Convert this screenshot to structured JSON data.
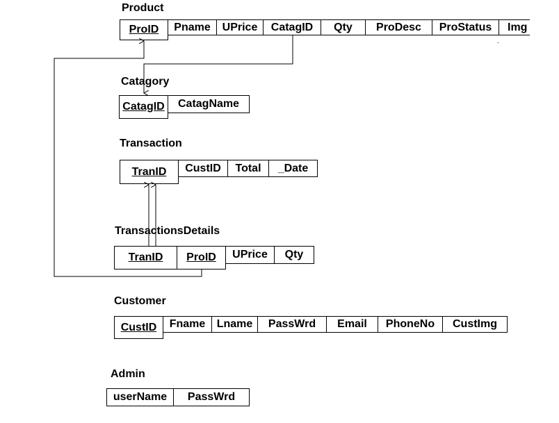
{
  "tables": {
    "product": {
      "title": "Product",
      "pk": "ProID",
      "cols": [
        "Pname",
        "UPrice",
        "CatagID",
        "Qty",
        "ProDesc",
        "ProStatus",
        "Img"
      ]
    },
    "catagory": {
      "title": "Catagory",
      "pk": "CatagID",
      "cols": [
        "CatagName"
      ]
    },
    "transaction": {
      "title": "Transaction",
      "pk": "TranID",
      "cols": [
        "CustID",
        "Total",
        "_Date"
      ]
    },
    "transactionsdetails": {
      "title": "TransactionsDetails",
      "pk1": "TranID",
      "pk2": "ProID",
      "cols": [
        "UPrice",
        "Qty"
      ]
    },
    "customer": {
      "title": "Customer",
      "pk": "CustID",
      "cols": [
        "Fname",
        "Lname",
        "PassWrd",
        "Email",
        "PhoneNo",
        "CustImg"
      ]
    },
    "admin": {
      "title": "Admin",
      "cols": [
        "userName",
        "PassWrd"
      ]
    }
  }
}
